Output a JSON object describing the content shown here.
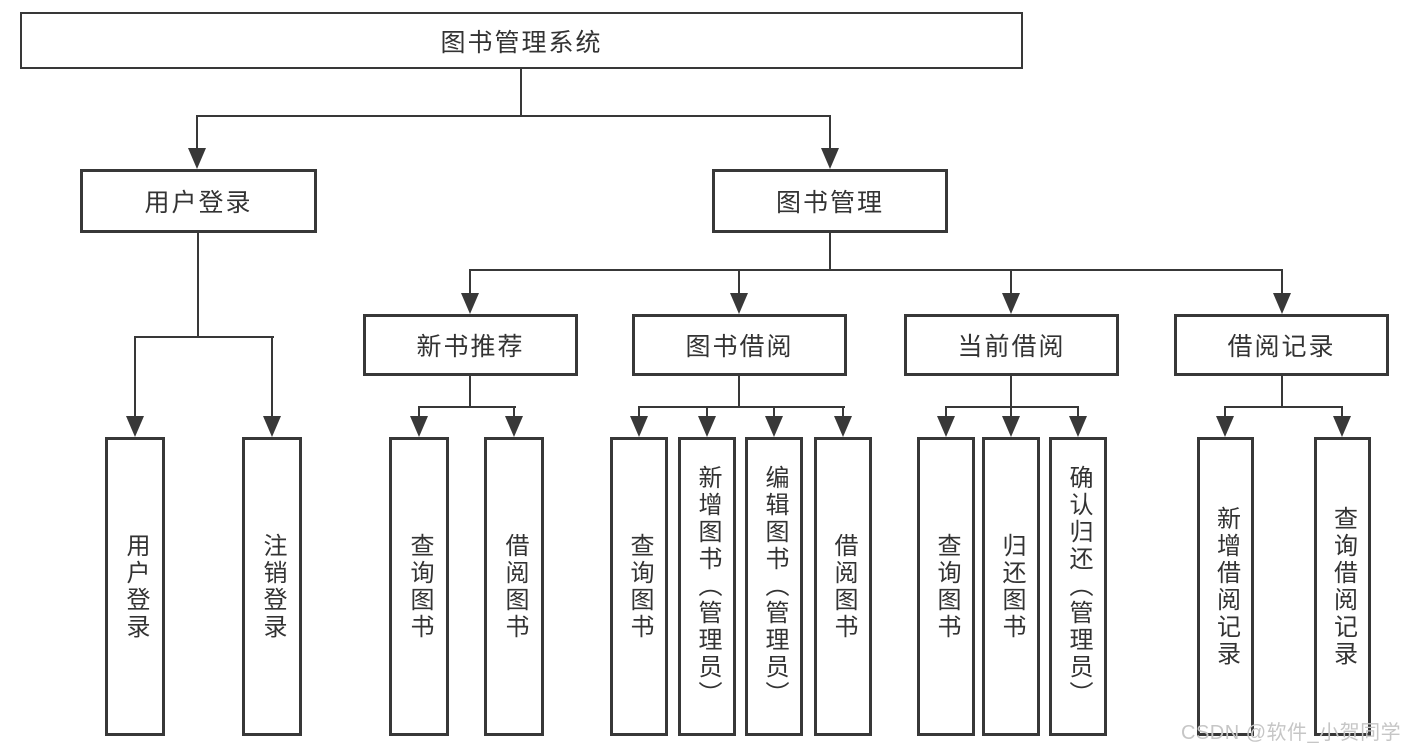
{
  "diagram": {
    "root": {
      "label": "图书管理系统"
    },
    "branches": [
      {
        "label": "用户登录",
        "children": [
          {
            "label": "用户登录"
          },
          {
            "label": "注销登录"
          }
        ]
      },
      {
        "label": "图书管理",
        "children": [
          {
            "label": "新书推荐",
            "children": [
              {
                "label": "查询图书"
              },
              {
                "label": "借阅图书"
              }
            ]
          },
          {
            "label": "图书借阅",
            "children": [
              {
                "label": "查询图书"
              },
              {
                "label": "新增图书（管理员）"
              },
              {
                "label": "编辑图书（管理员）"
              },
              {
                "label": "借阅图书"
              }
            ]
          },
          {
            "label": "当前借阅",
            "children": [
              {
                "label": "查询图书"
              },
              {
                "label": "归还图书"
              },
              {
                "label": "确认归还（管理员）"
              }
            ]
          },
          {
            "label": "借阅记录",
            "children": [
              {
                "label": "新增借阅记录"
              },
              {
                "label": "查询借阅记录"
              }
            ]
          }
        ]
      }
    ]
  },
  "watermark": {
    "text": "CSDN @软件_小贺同学"
  },
  "colors": {
    "line": "#383838",
    "text": "#333333",
    "watermark": "#c6c6c6",
    "background": "#ffffff"
  }
}
